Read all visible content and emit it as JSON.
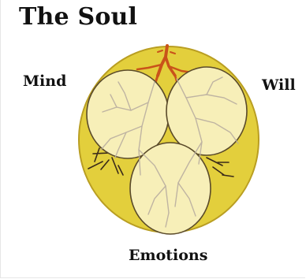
{
  "title": "The Soul",
  "labels": {
    "mind": "Mind",
    "will": "Will",
    "emotions": "Emotions"
  },
  "colors": {
    "outer_fill": "#e3cf3c",
    "outer_stroke": "#b99e22",
    "inner_fill": "#f7efb8",
    "inner_stroke": "#5a4a2a",
    "root_orange": "#c9531a",
    "vein_gray": "#b9aea0",
    "vein_dark": "#3a2a1a"
  }
}
